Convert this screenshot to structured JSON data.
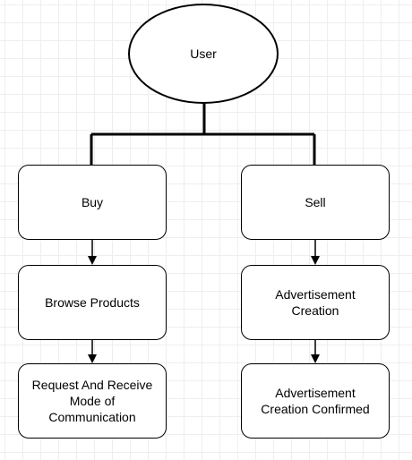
{
  "diagram": {
    "root": {
      "label": "User"
    },
    "branches": [
      {
        "label": "Buy",
        "steps": [
          "Browse Products",
          "Request And Receive\nMode of\nCommunication"
        ]
      },
      {
        "label": "Sell",
        "steps": [
          "Advertisement\nCreation",
          "Advertisement\nCreation Confirmed"
        ]
      }
    ]
  }
}
